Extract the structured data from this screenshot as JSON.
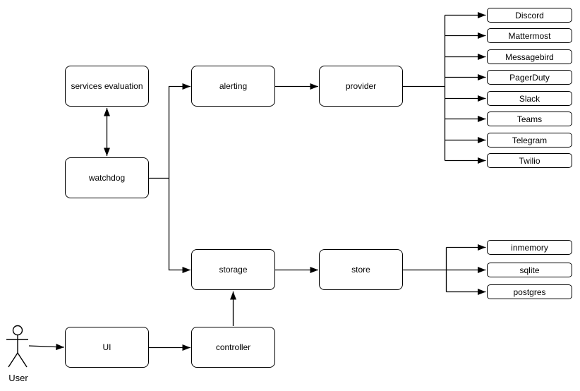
{
  "colors": {
    "background": "#ffffff",
    "stroke": "#000000",
    "text": "#000000"
  },
  "actor": {
    "label": "User"
  },
  "nodes": {
    "services_evaluation": {
      "label": "services evaluation"
    },
    "watchdog": {
      "label": "watchdog"
    },
    "alerting": {
      "label": "alerting"
    },
    "provider": {
      "label": "provider"
    },
    "storage": {
      "label": "storage"
    },
    "store": {
      "label": "store"
    },
    "ui": {
      "label": "UI"
    },
    "controller": {
      "label": "controller"
    }
  },
  "provider_targets": [
    "Discord",
    "Mattermost",
    "Messagebird",
    "PagerDuty",
    "Slack",
    "Teams",
    "Telegram",
    "Twilio"
  ],
  "store_targets": [
    "inmemory",
    "sqlite",
    "postgres"
  ],
  "edges": [
    {
      "from": "services evaluation",
      "to": "watchdog",
      "arrow": "both"
    },
    {
      "from": "watchdog",
      "to": "alerting",
      "arrow": "forward"
    },
    {
      "from": "watchdog",
      "to": "storage",
      "arrow": "forward"
    },
    {
      "from": "alerting",
      "to": "provider",
      "arrow": "forward"
    },
    {
      "from": "provider",
      "to": "Discord",
      "arrow": "forward"
    },
    {
      "from": "provider",
      "to": "Mattermost",
      "arrow": "forward"
    },
    {
      "from": "provider",
      "to": "Messagebird",
      "arrow": "forward"
    },
    {
      "from": "provider",
      "to": "PagerDuty",
      "arrow": "forward"
    },
    {
      "from": "provider",
      "to": "Slack",
      "arrow": "forward"
    },
    {
      "from": "provider",
      "to": "Teams",
      "arrow": "forward"
    },
    {
      "from": "provider",
      "to": "Telegram",
      "arrow": "forward"
    },
    {
      "from": "provider",
      "to": "Twilio",
      "arrow": "forward"
    },
    {
      "from": "storage",
      "to": "store",
      "arrow": "forward"
    },
    {
      "from": "store",
      "to": "inmemory",
      "arrow": "forward"
    },
    {
      "from": "store",
      "to": "sqlite",
      "arrow": "forward"
    },
    {
      "from": "store",
      "to": "postgres",
      "arrow": "forward"
    },
    {
      "from": "User",
      "to": "UI",
      "arrow": "forward"
    },
    {
      "from": "UI",
      "to": "controller",
      "arrow": "forward"
    },
    {
      "from": "controller",
      "to": "storage",
      "arrow": "forward"
    }
  ]
}
